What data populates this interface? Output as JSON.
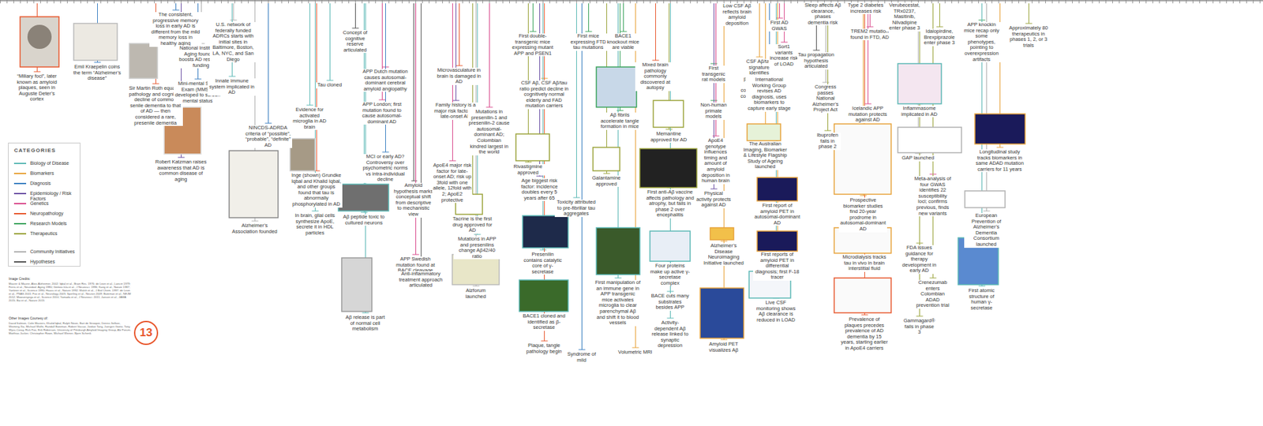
{
  "diagram": {
    "nodes": [
      {
        "text": [
          "13"
        ]
      }
    ],
    "labels": [
      "“Miliary foci”, later known as amyloid plaques, seen in Auguste Deter’s cortex",
      "Emil Kraepelin coins the term “Alzheimer’s disease”",
      "Sir Martin Roth equates pathology and cognitive decline of common senile dementia to that of AD — then considered a rare, presenile dementia",
      "The consistent, progressive memory loss in early AD is different from the mild memory loss in healthy aging",
      "National Institute of Aging founded, boosts AD research funding",
      "Mini-mental State Exam (MMSE) developed to screen mental status",
      "Robert Katzman raises awareness that AD is common disease of aging",
      "U.S. network of federally funded ADRCs starts with initial sites in Baltimore, Boston, LA, NYC, and San Diego",
      "Innate immune system implicated in AD",
      "NINCDS-ADRDA criteria of “possible”, “probable”, “definite” AD",
      "Alzheimer’s Association founded",
      "Inge (shown) Grundke Iqbal and Khalid Iqbal, and other groups found that tau is abnormally phosphorylated in AD",
      "In brain, glial cells synthesize ApoE, secrete it in HDL particles",
      "Evidence for activated microglia in AD brain",
      "Tau cloned",
      "Concept of cognitive reserve articulated",
      "APP Dutch mutation causes autosomal-dominant cerebral amyloid angiopathy",
      "APP London; first mutation found to cause autosomal-dominant AD",
      "MCI or early AD? Controversy over psychometric norms vs intra-individual decline",
      "Aβ peptide toxic to cultured neurons",
      "Amyloid hypothesis marks conceptual shift from descriptive to mechanistic view",
      "APP Swedish mutation found at BACE cleavage site",
      "Aβ release is part of normal cell metabolism",
      "Anti-inflammatory treatment approach articulated",
      "Microvasculature in brain is damaged in AD",
      "Family history is a major risk factor for late-onset AD",
      "ApoE4 major risk factor for late-onset AD; risk up 3fold with one allele, 12fold with 2; ApoE2 protective",
      "Mutations in presenilin-1 and presenilin-2 cause autosomal-dominant AD; Colombian kindred largest in the world",
      "Tacrine is the first drug approved for AD",
      "Mutations in APP and presenilins change Aβ42/40 ratio",
      "Alzforum launched",
      "First double-transgenic mice expressing mutant APP and PSEN1",
      "CSF Aβ, CSF Aβ/tau ratio predict decline in cognitively normal elderly and FAD mutation carriers",
      "Rivastigmine approved",
      "Age biggest risk factor: incidence doubles every 5 years after 65",
      "Presenilin contains catalytic core of γ-secretase",
      "BACE1 cloned and identified as β-secretase",
      "Plaque, tangle pathology begin",
      "First mice expressing FTD tau mutations",
      "BACE1 knockout mice are viable",
      "Aβ fibrils accelerate tangle formation in mice",
      "Galantamine approved",
      "Toxicity attributed to pre-fibrillar tau aggregates",
      "First manipulation of an immune gene in APP transgenic mice activates microglia to clear parenchymal Aβ and shift it to blood vessels",
      "Mixed brain pathology commonly discovered at autopsy",
      "Memantine approved for AD",
      "First anti-Aβ vaccine affects pathology and atrophy, but fails in phase 2 over encephalitis",
      "Four proteins make up active γ-secretase complex",
      "BACE cuts many substrates besides APP",
      "Activity-dependent Aβ release linked to synaptic depression",
      "First transgenic rat models",
      "Non-human primate models",
      "ApoE4 genotype influences timing and amount of amyloid deposition in human brain",
      "Physical activity protects against AD",
      "Alzheimer’s Disease Neuroimaging Initiative launched",
      "Low CSF Aβ reflects brain amyloid deposition",
      "CSF Aβ/tau signature identifies prodromal AD within MCI cohorts, predicts cognitive decline",
      "The Australian Imaging, Biomarker & Lifestyle Flagship Study of Ageing launched",
      "First AD GWAS",
      "Sort1 variants increase risk of LOAD",
      "International Working Group revises AD diagnosis, uses biomarkers to capture early stage",
      "First report of amyloid PET in autosomal-dominant AD",
      "First reports of amyloid PET in differential diagnosis; first F-18 tracer",
      "Sleep affects Aβ clearance, phases dementia risk",
      "Tau propagation hypothesis articulated",
      "Congress passes National Alzheimer’s Project Act",
      "Ibuprofen fails in phase 2",
      "Live CSF monitoring shows Aβ clearance is reduced in LOAD",
      "Amyloid PET visualizes Aβ",
      "Volumetric MRI",
      "Syndrome of mild",
      "Type 2 diabetes increases risk",
      "TREM2 mutation found in FTD, AD",
      "Icelandic APP mutation protects against AD",
      "Prospective biomarker studies find 20-year prodrome in autosomal-dominant AD",
      "Microdialysis tracks tau in vivo in brain interstitial fluid",
      "Prevalence of plaques precedes prevalence of AD dementia by 15 years, starting earlier in ApoE4 carriers",
      "Verubecestat, TRx0237, Masitinib, Nilvadipine enter phase 3",
      "Idalopirdine, Brexpiprazole enter phase 3",
      "Inflammasome implicated in AD",
      "GAP launched",
      "Meta-analysis of four GWAS identifies 22 susceptibility loci; confirms previous, finds new variants",
      "FDA issues guidance for therapy development in early AD",
      "Crenezumab enters Colombian ADAD prevention trial",
      "Gammagard® fails in phase 3",
      "APP knockin mice recap only some phenotypes, pointing to overexpression artifacts",
      "Approximately 80 therapeutics in phases 1, 2, or 3 trials",
      "Longitudinal study tracks biomarkers in same ADAD mutation carriers for 11 years",
      "European Prevention of Alzheimer’s Dementia Consortium launched",
      "First atomic structure of human γ-secretase",
      "CATEGORIES",
      "Image Credits:",
      "Maurer & Maurer, Alois Alzheimer, 2002; Iqbal et al., Brain Res. 1976; de Leon et al., Lancet 1979; Ferris et al., Neurobiol. Aging 1980; Gómez-Isla et al., J Neurosci. 1996; Kang et al., Nature 1987; Yankner et al., Science 1990; Haass et al., Nature 1992; Walsh et al., J Biol Chem. 1997; de Leon et al., PNAS 2001; Fox et al., Neurology 2005; Sperling et al., Neuron 2009; Bateman et al., NEJM 2012; Mawuenyega et al., Science 2010; Yamada et al., J Neurosci. 2011; Jansen et al., JAMA 2015; Bai et al., Nature 2015",
      "Other Images Courtesy of:",
      "David Salmon, Colin Masters, Khalid Iqbal, Ralph Nixon, Bart de Strooper, Dennis Selkoe, Weiming Xia, Michael Wolfe, Randall Bateman, Robert Vassar, Jordan Tang, Juergen Goetz, Tony Wyss-Coray, Rick Fox, Erik Roberson, University of Pittsburgh Amyloid Imaging Group, Alz Forum, Matthias Jucker, Christopher Rowe, Michael Weiner, Bjorn Schenk"
    ],
    "legend": [
      {
        "text": "Biology of Disease",
        "color": "#5bb8b5"
      },
      {
        "text": "Biomarkers",
        "color": "#e8a33a"
      },
      {
        "text": "Diagnosis",
        "color": "#3a7fc1"
      },
      {
        "text": "Epidemiology / Risk Factors",
        "color": "#6a4ea3"
      },
      {
        "text": "Genetics",
        "color": "#d94a8c"
      },
      {
        "text": "Neuropathology",
        "color": "#e8572d"
      },
      {
        "text": "Research Models",
        "color": "#3aa35b"
      },
      {
        "text": "Therapeutics",
        "color": "#9aa33a"
      },
      {
        "text": "Community Initiatives"
      },
      {
        "text": "Hypotheses"
      }
    ]
  }
}
